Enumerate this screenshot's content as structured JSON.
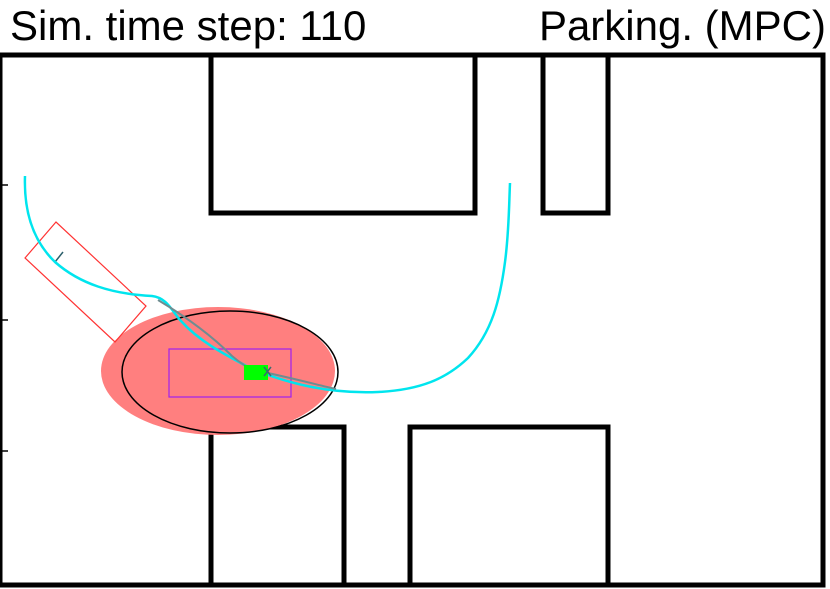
{
  "header": {
    "sim_label": "Sim. time step: 110",
    "mode_label": "Parking. (MPC)"
  },
  "scene": {
    "colors": {
      "walls": "#000000",
      "trajectory": "#00e5ee",
      "predicted_path": "#6e8d91",
      "uncertainty_fill": "#ff7f7f",
      "uncertainty_ellipse": "#000000",
      "ego_box": "#a020f0",
      "obstacle_box": "#ff3333",
      "ego_marker": "#00ff00"
    },
    "icons": [
      "ego-vehicle-marker",
      "obstacle-vehicle-box",
      "uncertainty-ellipse"
    ]
  }
}
